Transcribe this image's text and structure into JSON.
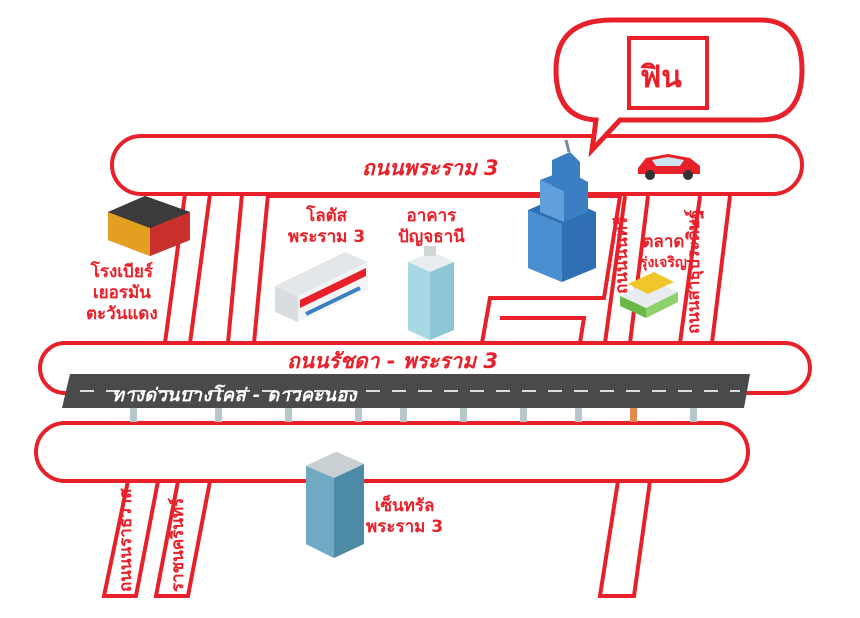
{
  "logo": {
    "text": "ฟิน",
    "color": "#e8202a"
  },
  "roads": {
    "top": "ถนนพระราม 3",
    "middle": "ถนนรัชดา - พระราม 3",
    "expressway": "ทางด่วนบางโคล่ - ดาวคะนอง",
    "nonsi": "ถนนนนทรี",
    "sathu": "ถนนสาธุประดิษฐ์",
    "narathiwat": "ถนนนราธิวาส",
    "ratchanakarin": "ราชนครินทร์"
  },
  "places": {
    "brewery": [
      "โรงเบียร์",
      "เยอรมัน",
      "ตะวันแดง"
    ],
    "lotus": [
      "โลตัส",
      "พระราม 3"
    ],
    "building": [
      "อาคาร",
      "ปัญจธานี"
    ],
    "market": [
      "ตลาด",
      "รุ่งเจริญ"
    ],
    "central": [
      "เซ็นทรัล",
      "พระราม 3"
    ]
  },
  "colors": {
    "accent": "#e8202a",
    "expressway": "#4a4a4a",
    "building_glass": "#3a7fc4"
  }
}
